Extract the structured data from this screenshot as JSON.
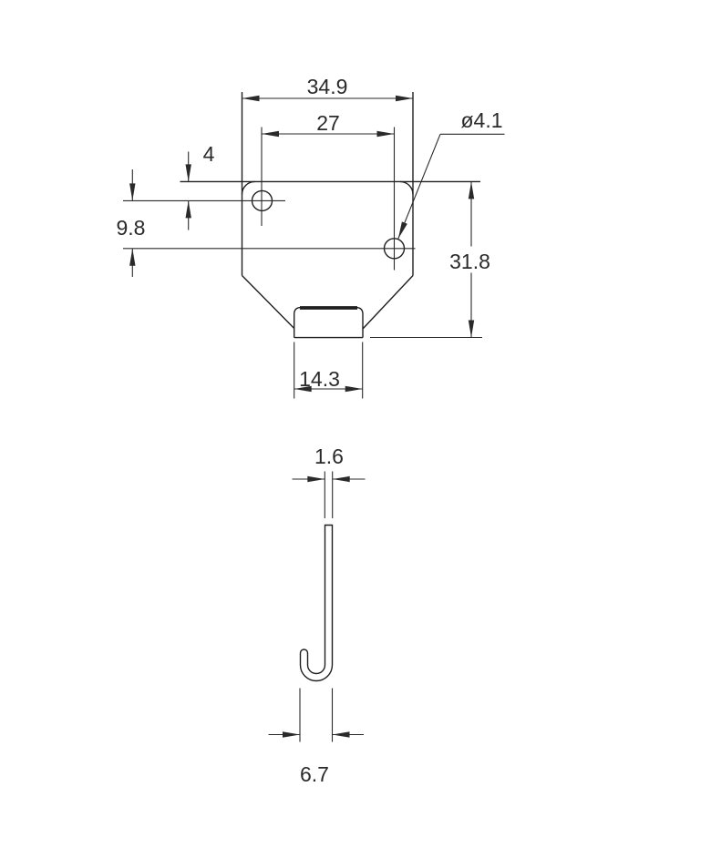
{
  "meta": {
    "background_color": "#ffffff",
    "line_color": "#2a2a2a",
    "drawing_type": "technical-dimension-drawing"
  },
  "front_view": {
    "dimensions": {
      "overall_width": "34.9",
      "hole_spacing": "27",
      "top_to_hole": "4",
      "hole_vertical_offset": "9.8",
      "hole_diameter": "ø4.1",
      "overall_height": "31.8",
      "tab_width": "14.3"
    }
  },
  "side_view": {
    "dimensions": {
      "material_thickness": "1.6",
      "hook_depth": "6.7"
    }
  }
}
